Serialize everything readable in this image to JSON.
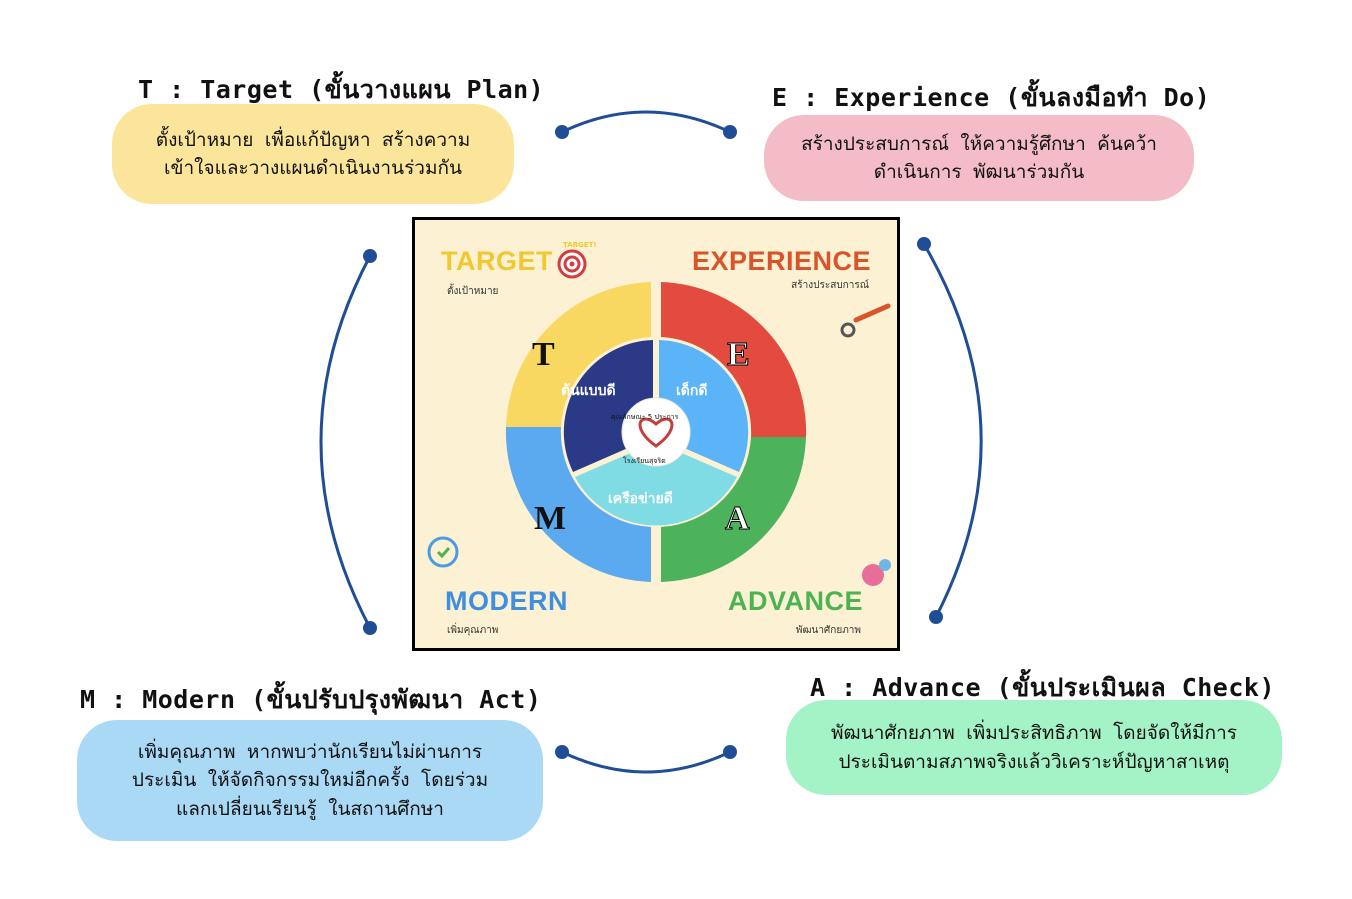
{
  "steps": {
    "target": {
      "heading": "T : Target (ขั้นวางแผน Plan)",
      "lines": [
        "ตั้งเป้าหมาย เพื่อแก้ปัญหา สร้างความ",
        "เข้าใจและวางแผนดำเนินงานร่วมกัน"
      ],
      "color": "#fae59a"
    },
    "experience": {
      "heading": "E : Experience (ขั้นลงมือทำ Do)",
      "lines": [
        "สร้างประสบการณ์ ให้ความรู้ศึกษา ค้นคว้า",
        "ดำเนินการ พัฒนาร่วมกัน"
      ],
      "color": "#f4bcc6"
    },
    "modern": {
      "heading": "M : Modern (ขั้นปรับปรุงพัฒนา Act)",
      "lines": [
        "เพิ่มคุณภาพ หากพบว่านักเรียนไม่ผ่านการ",
        "ประเมิน ให้จัดกิจกรรมใหม่อีกครั้ง โดยร่วม",
        "แลกเปลี่ยนเรียนรู้ ในสถานศึกษา"
      ],
      "color": "#a9d9f5"
    },
    "advance": {
      "heading": "A : Advance (ขั้นประเมินผล Check)",
      "lines": [
        "พัฒนาศักยภาพ เพิ่มประสิทธิภาพ โดยจัดให้มีการ",
        "ประเมินตามสภาพจริงแล้ววิเคราะห์ปัญหาสาเหตุ"
      ],
      "color": "#a3f3c6"
    }
  },
  "connector_color": "#1f4e96",
  "figure": {
    "corners": {
      "target": {
        "title": "TARGET",
        "subtitle": "ตั้งเป้าหมาย",
        "color": "#f0c830"
      },
      "experience": {
        "title": "EXPERIENCE",
        "subtitle": "สร้างประสบการณ์",
        "color": "#d9532b"
      },
      "modern": {
        "title": "MODERN",
        "subtitle": "เพิ่มคุณภาพ",
        "color": "#3f8fe0"
      },
      "advance": {
        "title": "ADVANCE",
        "subtitle": "พัฒนาศักยภาพ",
        "color": "#4cb352"
      }
    },
    "ring_letters": [
      "T",
      "E",
      "M",
      "A"
    ],
    "pieces": {
      "top_left": "ต้นแบบดี",
      "top_right": "เด็กดี",
      "bottom": "เครือข่ายดี"
    },
    "center": {
      "top_text": "คุณลักษณะ 5 ประการ",
      "bottom_text": "โรงเรียนสุจริต"
    },
    "target_badge": "TARGET!"
  }
}
